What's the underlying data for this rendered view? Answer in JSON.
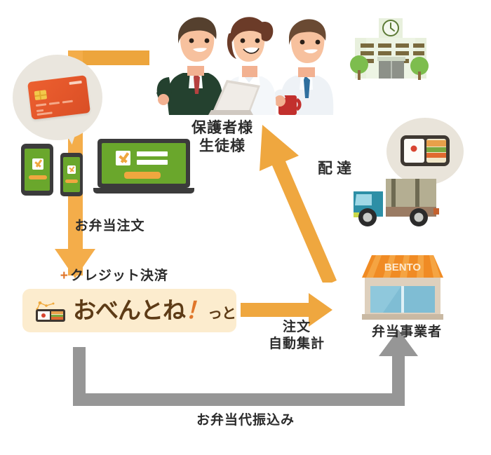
{
  "diagram": {
    "title": "お弁当注文・決済フロー図",
    "service_name": "おべんとね！っと",
    "colors": {
      "orange_arrow": "#efa73f",
      "orange_flow": "#f4ad4a",
      "grey_arrow": "#969696",
      "logo_background": "#fcecce",
      "logo_text": "#5d3b16",
      "device_screen_green": "#6aa72c",
      "shop_awning_orange": "#f08b24",
      "truck_cab_blue": "#2d8fa6",
      "bubble_beige": "#e9e4da",
      "credit_card_red": "#e3562a",
      "school_green": "#e7efdc",
      "text_dark": "#2b2b2b"
    }
  },
  "labels": {
    "parent_student": "保護者様\n生徒様",
    "delivery": "配達",
    "order_line1": "お弁当注文",
    "order_plus": "+",
    "order_line2": "クレジット決済",
    "order_aggregation": "注文\n自動集計",
    "bento_vendor": "弁当事業者",
    "payment_transfer": "お弁当代振込み"
  },
  "logo": {
    "text_main": "おべんとね",
    "text_bang": "！",
    "text_suffix": "っと",
    "icon": "bento-box-icon"
  },
  "shop": {
    "sign_text": "BENTO"
  },
  "icons": {
    "credit_card": "credit-card-icon",
    "bento_box": "bento-box-icon",
    "tablet": "tablet-device-icon",
    "phone": "smartphone-device-icon",
    "laptop": "laptop-device-icon",
    "school": "school-building-icon",
    "truck": "delivery-truck-icon",
    "people": "parents-students-illustration",
    "clock": "clock-icon"
  }
}
